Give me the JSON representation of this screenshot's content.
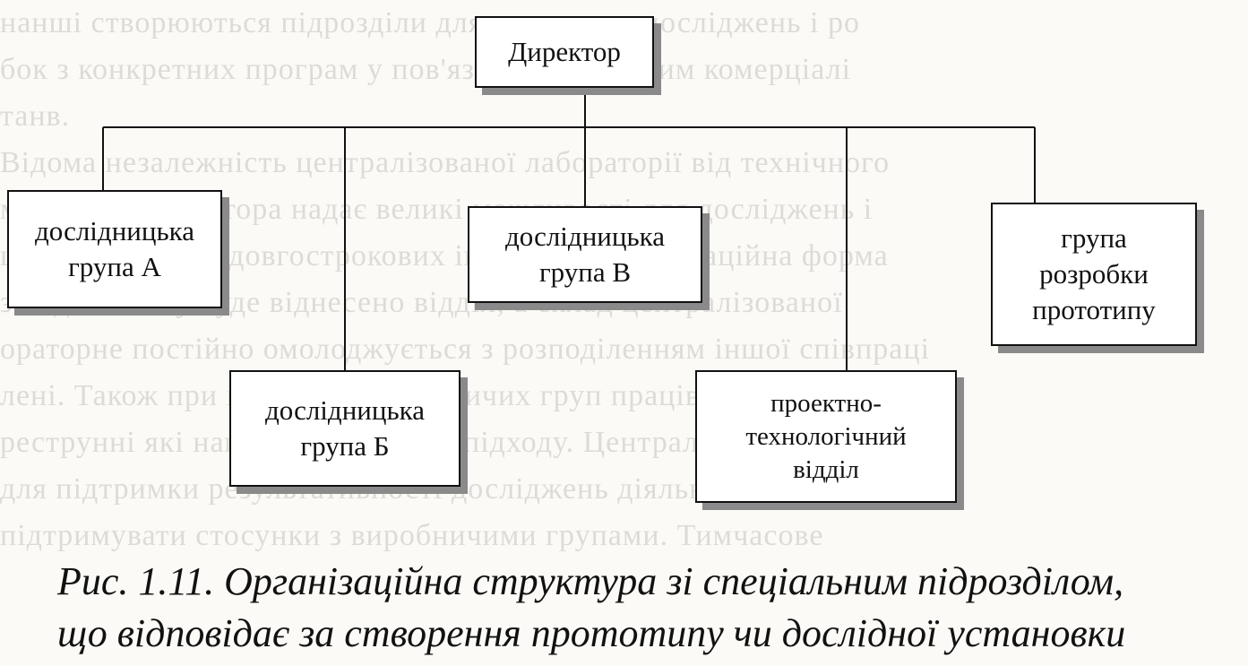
{
  "diagram": {
    "nodes": {
      "director": "Директор",
      "group_a": "дослідницька\nгрупа  А",
      "group_v": "дослідницька\nгрупа В",
      "group_b": "дослідницька\nгрупа Б",
      "design_dept": "проектно-\nтехнологічний\nвідділ",
      "prototype_group": "група\nрозробки\nпрототипу"
    }
  },
  "caption": "Рис. 1.11. Організаційна структура зі спеціальним підрозділом,\nщо відповідає за створення прототипу чи дослідної установки"
}
